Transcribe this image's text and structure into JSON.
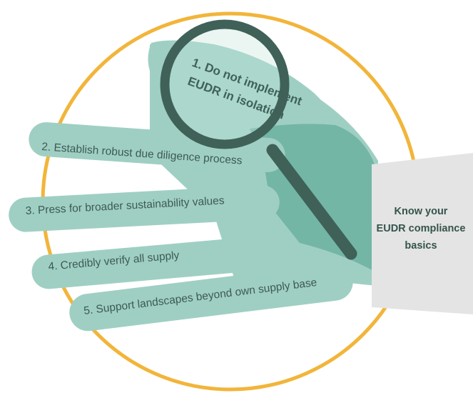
{
  "steps": [
    {
      "label": "1. Do not implement"
    },
    {
      "label": "EUDR in isolation"
    },
    {
      "label": "2. Establish robust due diligence process"
    },
    {
      "label": "3. Press for broader sustainability values"
    },
    {
      "label": "4. Credibly verify all supply"
    },
    {
      "label": "5. Support landscapes beyond own supply base"
    }
  ],
  "cuff": {
    "line1": "Know your",
    "line2": "EUDR compliance",
    "line3": "basics"
  },
  "colors": {
    "circle": "#f2b53a",
    "hand": "#9fcfc3",
    "hand_shadow": "#6fb3a3",
    "magnifier": "#3f6158",
    "cuff": "#e4e4e4",
    "text": "#3d5a53"
  },
  "icons": {
    "magnifier": "magnifying-glass-icon",
    "hand": "hand-illustration"
  }
}
